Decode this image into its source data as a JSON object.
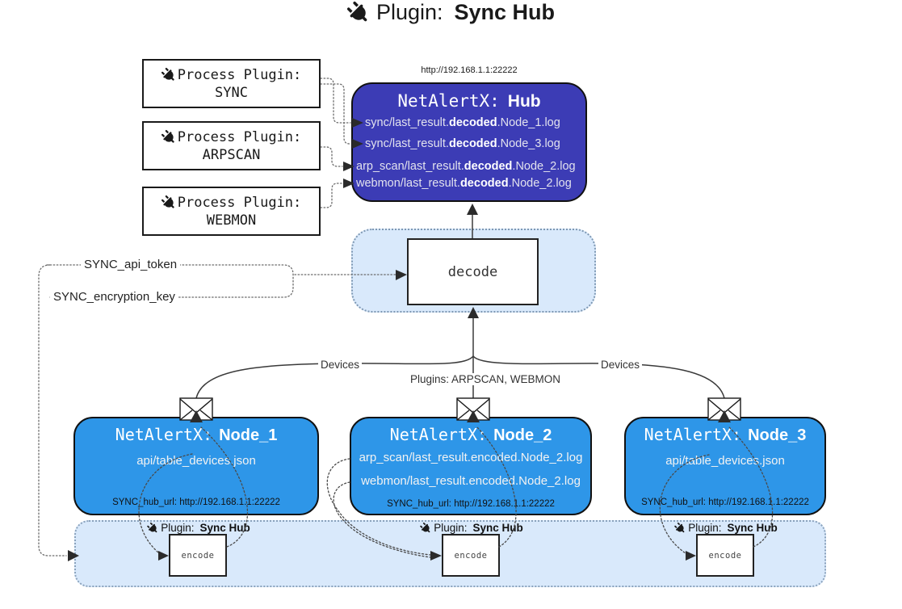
{
  "title": {
    "prefix": "Plugin:",
    "bold": "Sync Hub"
  },
  "hub": {
    "url": "http://192.168.1.1:22222",
    "name_prefix": "NetAlertX:",
    "name_bold": "Hub",
    "files": [
      {
        "pre": "sync/last_result.",
        "bold": "decoded",
        "post": ".Node_1.log"
      },
      {
        "pre": "sync/last_result.",
        "bold": "decoded",
        "post": ".Node_3.log"
      },
      {
        "pre": "arp_scan/last_result.",
        "bold": "decoded",
        "post": ".Node_2.log"
      },
      {
        "pre": "webmon/last_result.",
        "bold": "decoded",
        "post": ".Node_2.log"
      }
    ]
  },
  "process_plugins": [
    {
      "label": "Process Plugin:",
      "name": "SYNC"
    },
    {
      "label": "Process Plugin:",
      "name": "ARPSCAN"
    },
    {
      "label": "Process Plugin:",
      "name": "WEBMON"
    }
  ],
  "decode_box": {
    "label": "decode"
  },
  "secrets": {
    "api_token": "SYNC_api_token",
    "encryption_key": "SYNC_encryption_key"
  },
  "edge_labels": {
    "devices_left": "Devices",
    "plugins_center": "Plugins: ARPSCAN, WEBMON",
    "devices_right": "Devices"
  },
  "nodes": [
    {
      "name_prefix": "NetAlertX:",
      "name_bold": "Node_1",
      "files": [
        "api/table_devices.json"
      ],
      "hub_url": "SYNC_hub_url: http://192.168.1.1:22222"
    },
    {
      "name_prefix": "NetAlertX:",
      "name_bold": "Node_2",
      "files": [
        "arp_scan/last_result.encoded.Node_2.log",
        "webmon/last_result.encoded.Node_2.log"
      ],
      "hub_url": "SYNC_hub_url: http://192.168.1.1:22222"
    },
    {
      "name_prefix": "NetAlertX:",
      "name_bold": "Node_3",
      "files": [
        "api/table_devices.json"
      ],
      "hub_url": "SYNC_hub_url: http://192.168.1.1:22222"
    }
  ],
  "encoders": [
    {
      "plugin_prefix": "Plugin:",
      "plugin_bold": "Sync Hub",
      "box_label": "encode"
    },
    {
      "plugin_prefix": "Plugin:",
      "plugin_bold": "Sync Hub",
      "box_label": "encode"
    },
    {
      "plugin_prefix": "Plugin:",
      "plugin_bold": "Sync Hub",
      "box_label": "encode"
    }
  ],
  "colors": {
    "hub_fill": "#3C3CB5",
    "node_fill": "#2E96E8",
    "panel_fill": "#D9E9FB",
    "panel_border": "#7E98B3",
    "line": "#3A3A3A",
    "dotted_line": "#6B6B6B",
    "text_light": "#F2F2F2",
    "text_dark": "#1A1A1A"
  }
}
